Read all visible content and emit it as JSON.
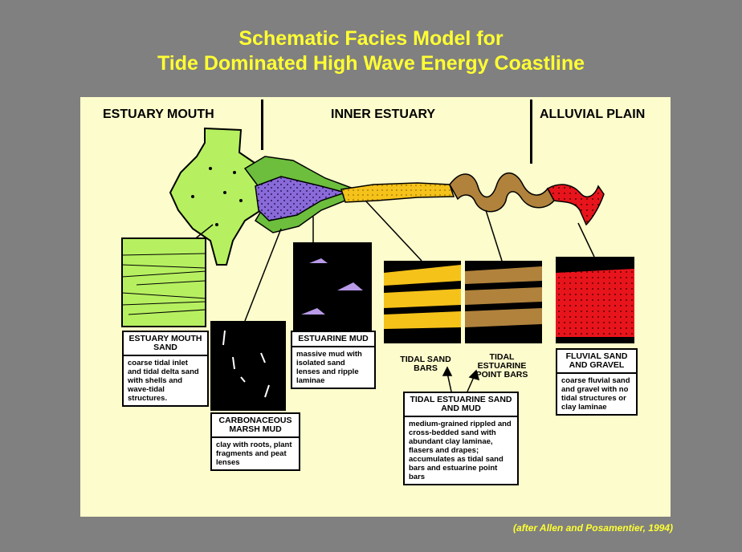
{
  "title_line1": "Schematic Facies Model for",
  "title_line2": "Tide Dominated High Wave Energy Coastline",
  "regions": {
    "estuary_mouth": "ESTUARY MOUTH",
    "inner_estuary": "INNER ESTUARY",
    "alluvial_plain": "ALLUVIAL PLAIN"
  },
  "facies": {
    "estuary_mouth_sand": {
      "title": "ESTUARY MOUTH SAND",
      "description": "coarse tidal inlet and tidal delta sand with shells and wave-tidal structures."
    },
    "carbonaceous_marsh_mud": {
      "title": "CARBONACEOUS MARSH MUD",
      "description": "clay with roots, plant fragments and peat lenses"
    },
    "estuarine_mud": {
      "title": "ESTUARINE MUD",
      "description": "massive mud with isolated sand lenses and ripple laminae"
    },
    "tidal_estuarine_sand_mud": {
      "title": "TIDAL ESTUARINE SAND AND MUD",
      "description": "medium-grained rippled and cross-bedded sand with abundant clay laminae, flasers and drapes; accumulates as tidal sand bars and estuarine point bars"
    },
    "fluvial_sand_gravel": {
      "title": "FLUVIAL SAND AND GRAVEL",
      "description": "coarse fluvial sand and gravel with no tidal structures or clay laminae"
    }
  },
  "labels": {
    "tidal_sand_bars": "TIDAL SAND BARS",
    "tidal_estuarine_point_bars": "TIDAL ESTUARINE POINT BARS"
  },
  "citation": "(after Allen and Posamentier, 1994)",
  "colors": {
    "background": "#808080",
    "title": "#ffff33",
    "panel": "#fdfccc",
    "estuary_sand": "#b6f060",
    "marsh": "#6cbe3c",
    "mud": "#8a6ad8",
    "tidal_sand": "#f5c21a",
    "point_bar": "#b0823c",
    "fluvial": "#e8141c"
  }
}
